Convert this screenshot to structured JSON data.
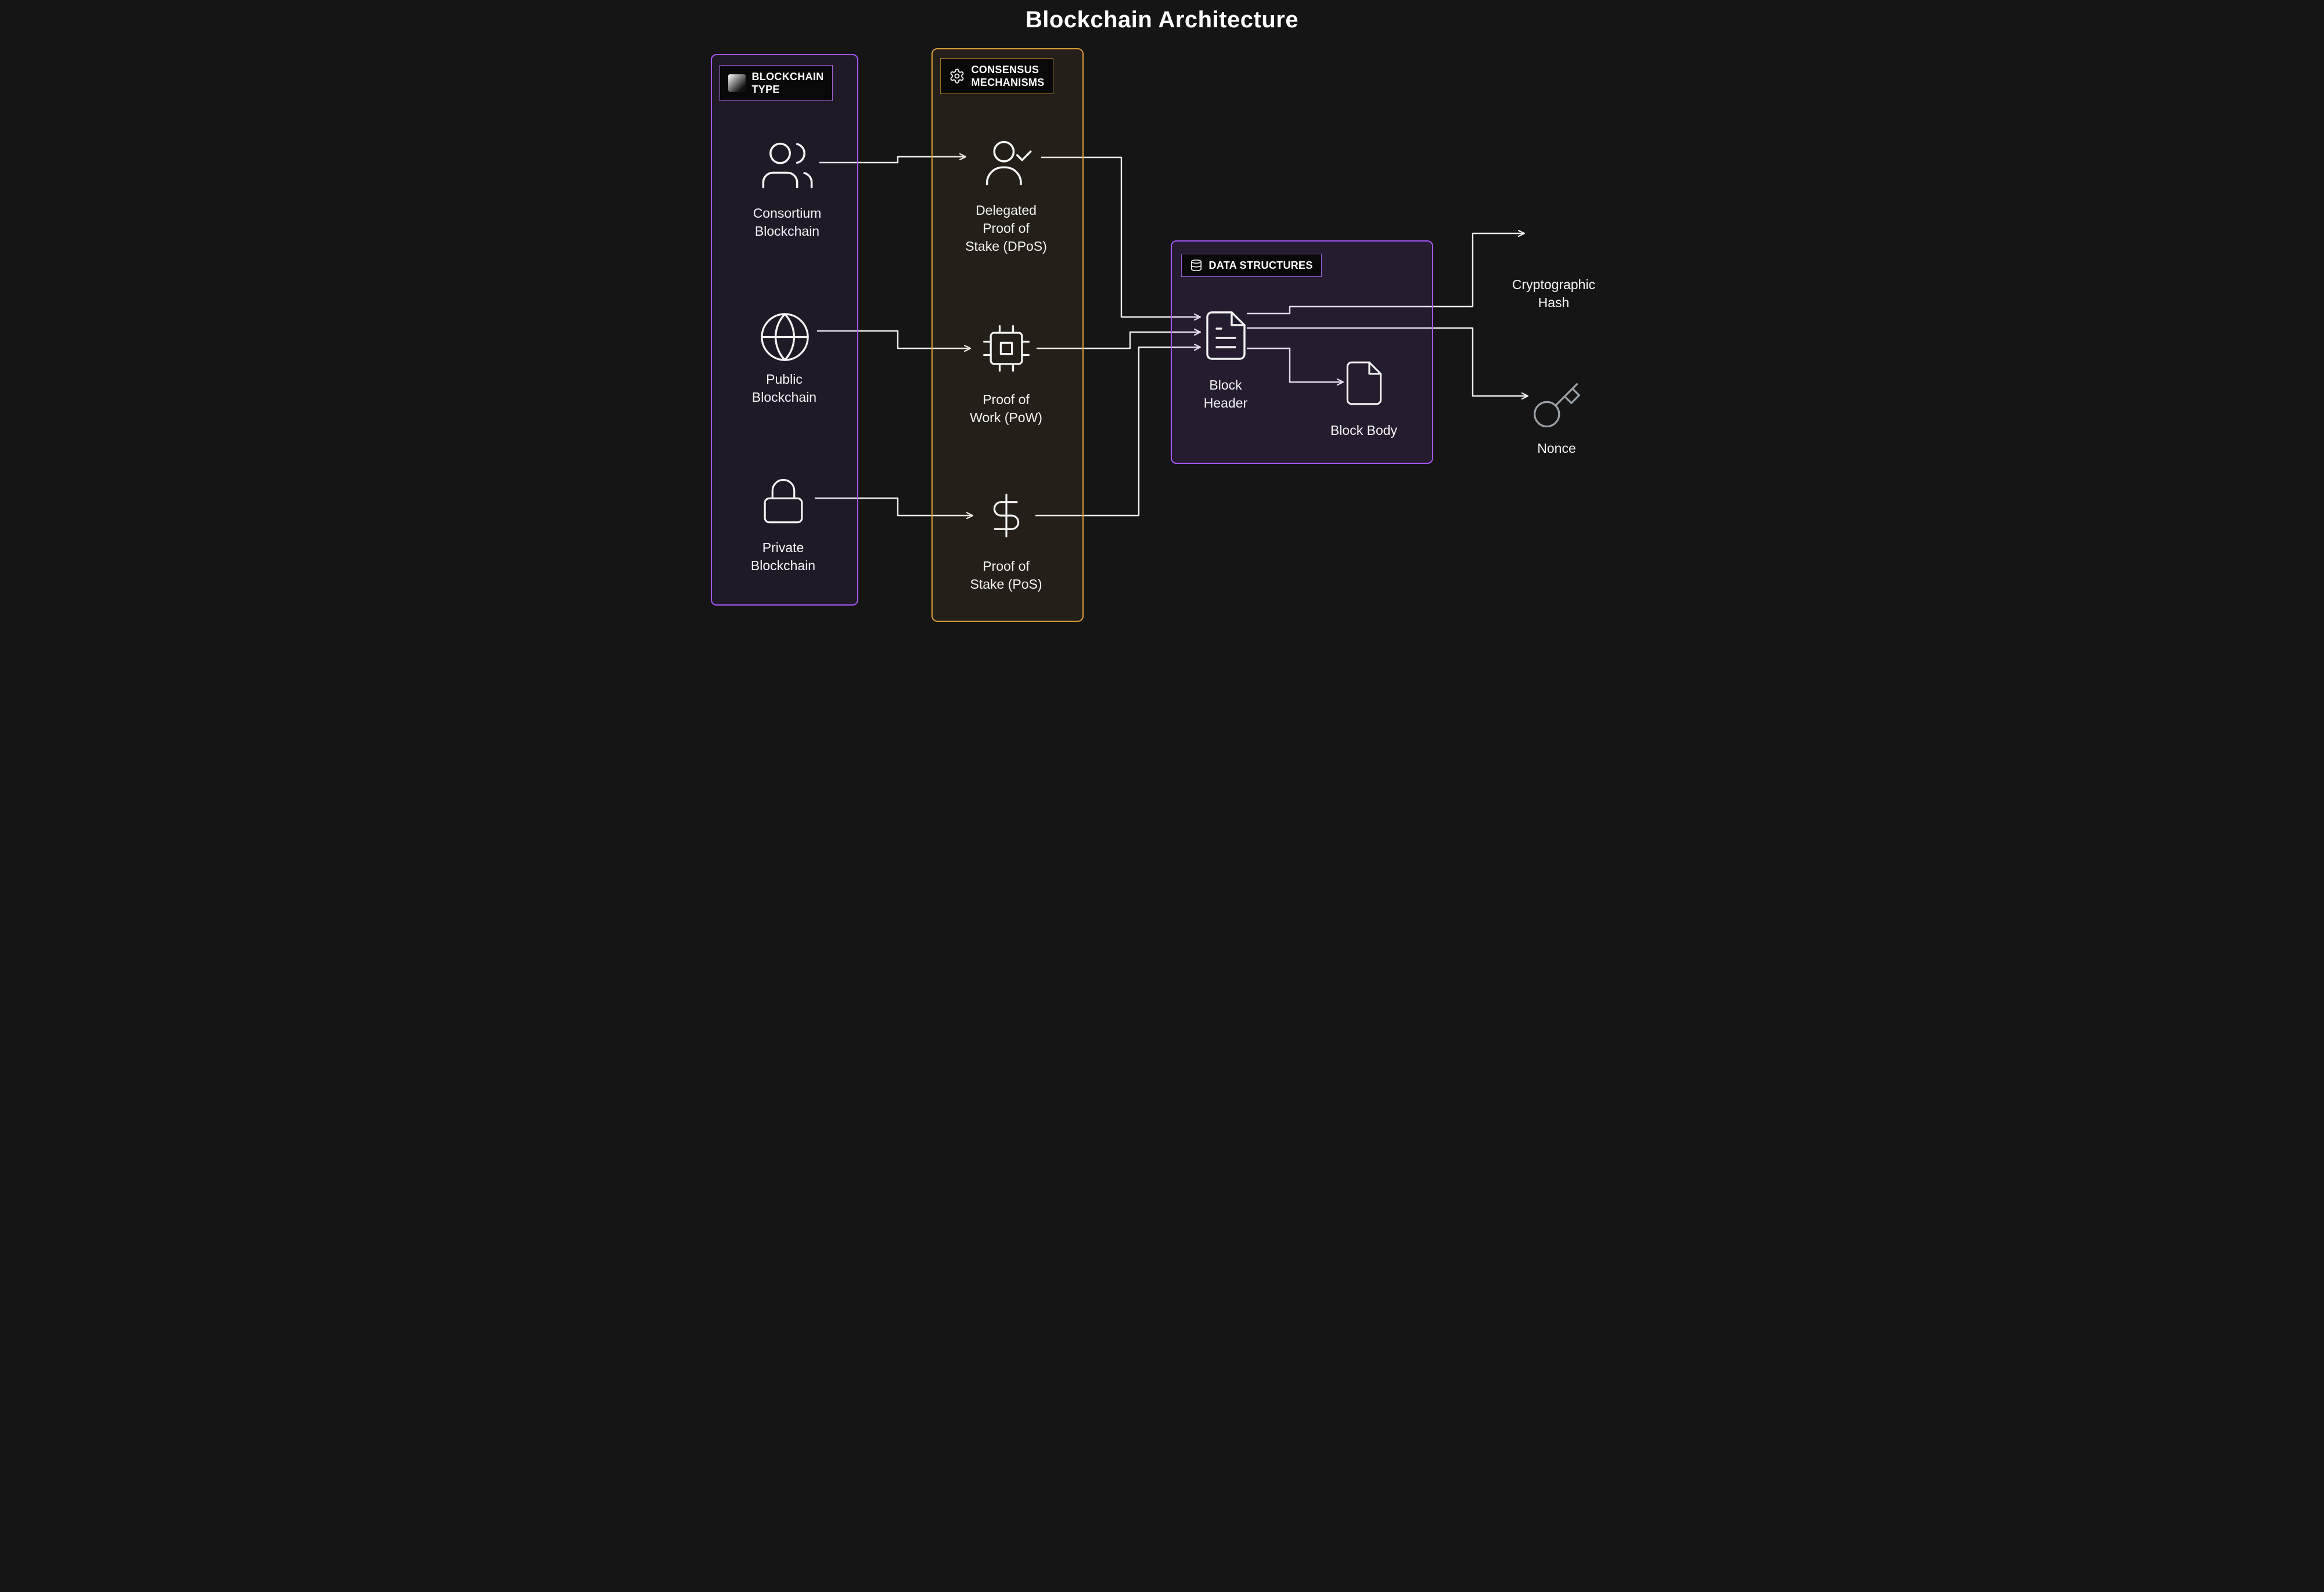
{
  "title": "Blockchain Architecture",
  "colors": {
    "background": "#151515",
    "purple_accent": "#a855f7",
    "amber_accent": "#dc9a3a",
    "arrow": "#ededed",
    "text": "#f5f5f5",
    "key_icon_gray": "#9aa0a6",
    "badge_background": "#090909"
  },
  "panels": {
    "blockchain_type": {
      "title": "BLOCKCHAIN TYPE",
      "title_lines": [
        "BLOCKCHAIN",
        "TYPE"
      ],
      "icon": "gradient-square-icon"
    },
    "consensus_mechanisms": {
      "title": "CONSENSUS MECHANISMS",
      "title_lines": [
        "CONSENSUS",
        "MECHANISMS"
      ],
      "icon": "gear-icon"
    },
    "data_structures": {
      "title": "DATA STRUCTURES",
      "title_lines": [
        "DATA STRUCTURES"
      ],
      "icon": "database-icon"
    }
  },
  "nodes": {
    "consortium_blockchain": {
      "label": "Consortium Blockchain",
      "lines": [
        "Consortium",
        "Blockchain"
      ],
      "icon": "users-icon"
    },
    "public_blockchain": {
      "label": "Public Blockchain",
      "lines": [
        "Public",
        "Blockchain"
      ],
      "icon": "globe-icon"
    },
    "private_blockchain": {
      "label": "Private Blockchain",
      "lines": [
        "Private",
        "Blockchain"
      ],
      "icon": "lock-icon"
    },
    "dpos": {
      "label": "Delegated Proof of Stake (DPoS)",
      "lines": [
        "Delegated",
        "Proof of",
        "Stake (DPoS)"
      ],
      "icon": "user-check-icon"
    },
    "pow": {
      "label": "Proof of Work (PoW)",
      "lines": [
        "Proof of",
        "Work (PoW)"
      ],
      "icon": "cpu-icon"
    },
    "pos": {
      "label": "Proof of Stake (PoS)",
      "lines": [
        "Proof of",
        "Stake (PoS)"
      ],
      "icon": "dollar-icon"
    },
    "block_header": {
      "label": "Block Header",
      "lines": [
        "Block",
        "Header"
      ],
      "icon": "file-text-icon"
    },
    "block_body": {
      "label": "Block Body",
      "lines": [
        "Block Body"
      ],
      "icon": "file-icon"
    },
    "cryptographic_hash": {
      "label": "Cryptographic Hash",
      "lines": [
        "Cryptographic",
        "Hash"
      ],
      "icon": null
    },
    "nonce": {
      "label": "Nonce",
      "lines": [
        "Nonce"
      ],
      "icon": "key-icon"
    }
  },
  "edges": [
    {
      "from": "consortium_blockchain",
      "to": "dpos"
    },
    {
      "from": "public_blockchain",
      "to": "pow"
    },
    {
      "from": "private_blockchain",
      "to": "pos"
    },
    {
      "from": "dpos",
      "to": "block_header"
    },
    {
      "from": "pow",
      "to": "block_header"
    },
    {
      "from": "pos",
      "to": "block_header"
    },
    {
      "from": "block_header",
      "to": "block_body"
    },
    {
      "from": "block_header",
      "to": "cryptographic_hash"
    },
    {
      "from": "block_header",
      "to": "nonce"
    }
  ]
}
